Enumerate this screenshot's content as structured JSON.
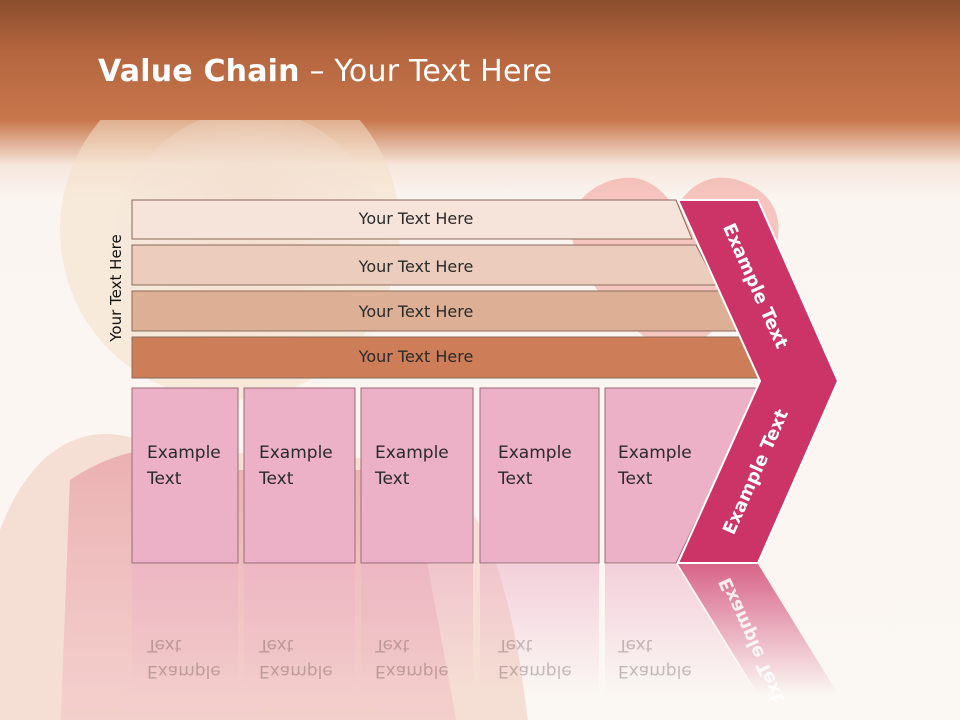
{
  "slide": {
    "title_bold": "Value Chain",
    "title_rest": " – Your Text Here",
    "side_label": "Your Text Here",
    "rows": [
      {
        "label": "Your Text Here",
        "color": "#f6e3da"
      },
      {
        "label": "Your Text Here",
        "color": "#ecccbc"
      },
      {
        "label": "Your Text Here",
        "color": "#ddb095"
      },
      {
        "label": "Your Text Here",
        "color": "#cd7e58"
      }
    ],
    "boxes": [
      {
        "label": "Example\nText"
      },
      {
        "label": "Example\nText"
      },
      {
        "label": "Example\nText"
      },
      {
        "label": "Example\nText"
      },
      {
        "label": "Example\nText"
      }
    ],
    "chevron_top": "Example Text",
    "chevron_bottom": "Example Text",
    "colors": {
      "header": "#c8774c",
      "chevron": "#cc3366",
      "box": "#ecb0c7",
      "box_border": "#9a6b78"
    }
  }
}
